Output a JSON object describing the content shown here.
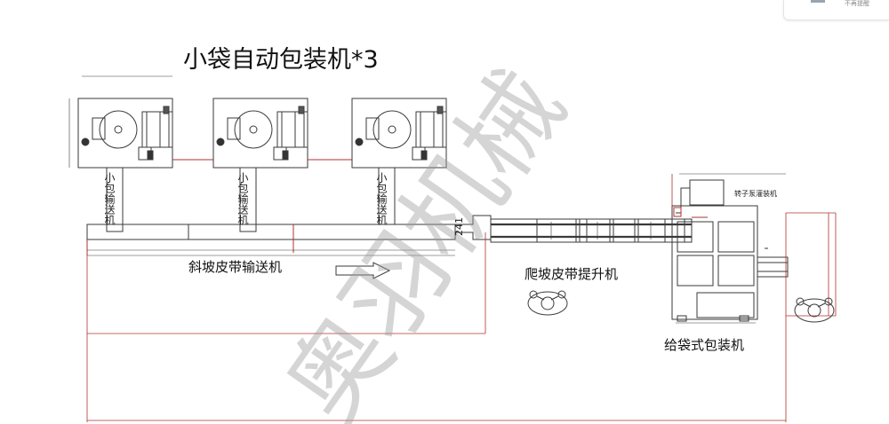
{
  "diagram": {
    "title": "小袋自动包装机*3",
    "watermark": "奥羽机械",
    "small_conveyor_label": "小包输送机",
    "incline_conveyor_label": "斜坡皮带输送机",
    "climb_conveyor_label": "爬坡皮带提升机",
    "bagging_machine_label": "给袋式包装机",
    "screw_filler_label": "转子泵灌装机",
    "dimension_marker": "241",
    "top_right_notice": "不再提醒"
  }
}
